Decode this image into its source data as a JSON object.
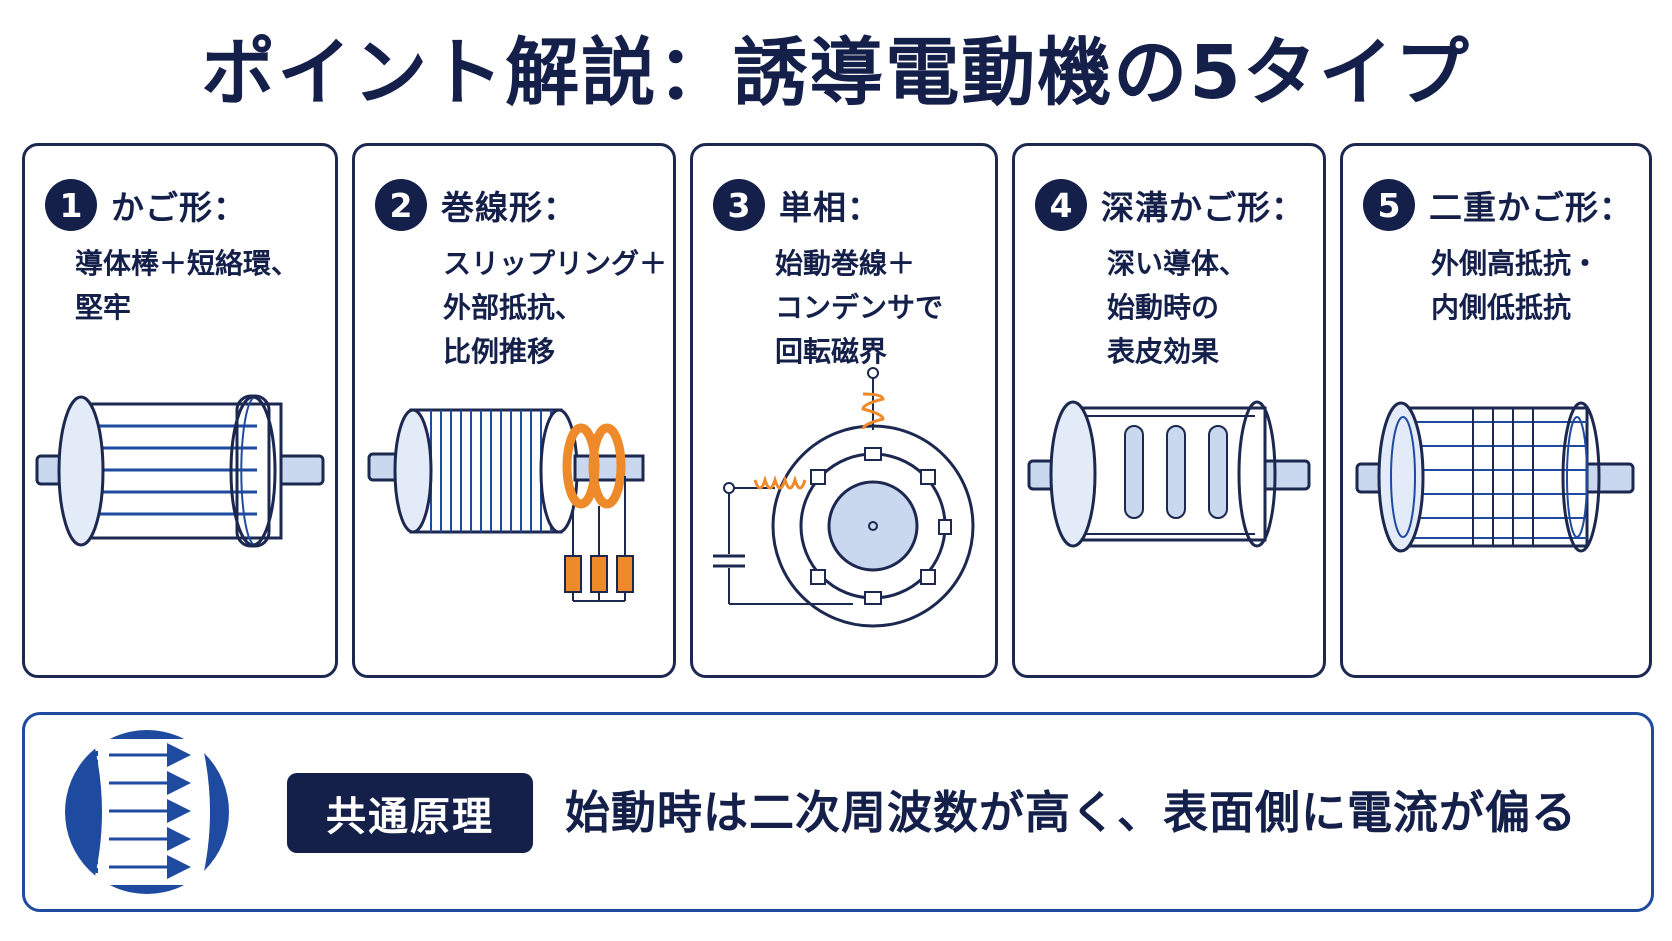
{
  "title": "ポイント解説：誘導電動機の5タイプ",
  "cards": [
    {
      "number": "1",
      "title": "かご形：",
      "lines": [
        "導体棒＋短絡環、",
        "堅牢"
      ]
    },
    {
      "number": "2",
      "title": "巻線形：",
      "lines": [
        "スリップリング＋",
        "外部抵抗、",
        "比例推移"
      ]
    },
    {
      "number": "3",
      "title": "単相：",
      "lines": [
        "始動巻線＋",
        "コンデンサで",
        "回転磁界"
      ]
    },
    {
      "number": "4",
      "title": "深溝かご形：",
      "lines": [
        "深い導体、",
        "始動時の",
        "表皮効果"
      ]
    },
    {
      "number": "5",
      "title": "二重かご形：",
      "lines": [
        "外側高抵抗・",
        "内側低抵抗"
      ]
    }
  ],
  "principle": {
    "badge": "共通原理",
    "text": "始動時は二次周波数が高く、表面側に電流が偏る"
  },
  "icons": [
    "squirrel-cage-rotor-icon",
    "wound-rotor-slip-ring-icon",
    "single-phase-stator-capacitor-icon",
    "deep-bar-rotor-icon",
    "double-cage-rotor-icon",
    "skin-effect-icon"
  ],
  "colors": {
    "navy": "#14204a",
    "blue": "#1e4aa0",
    "light_blue": "#c9d7ef",
    "orange": "#ee8a2a"
  }
}
